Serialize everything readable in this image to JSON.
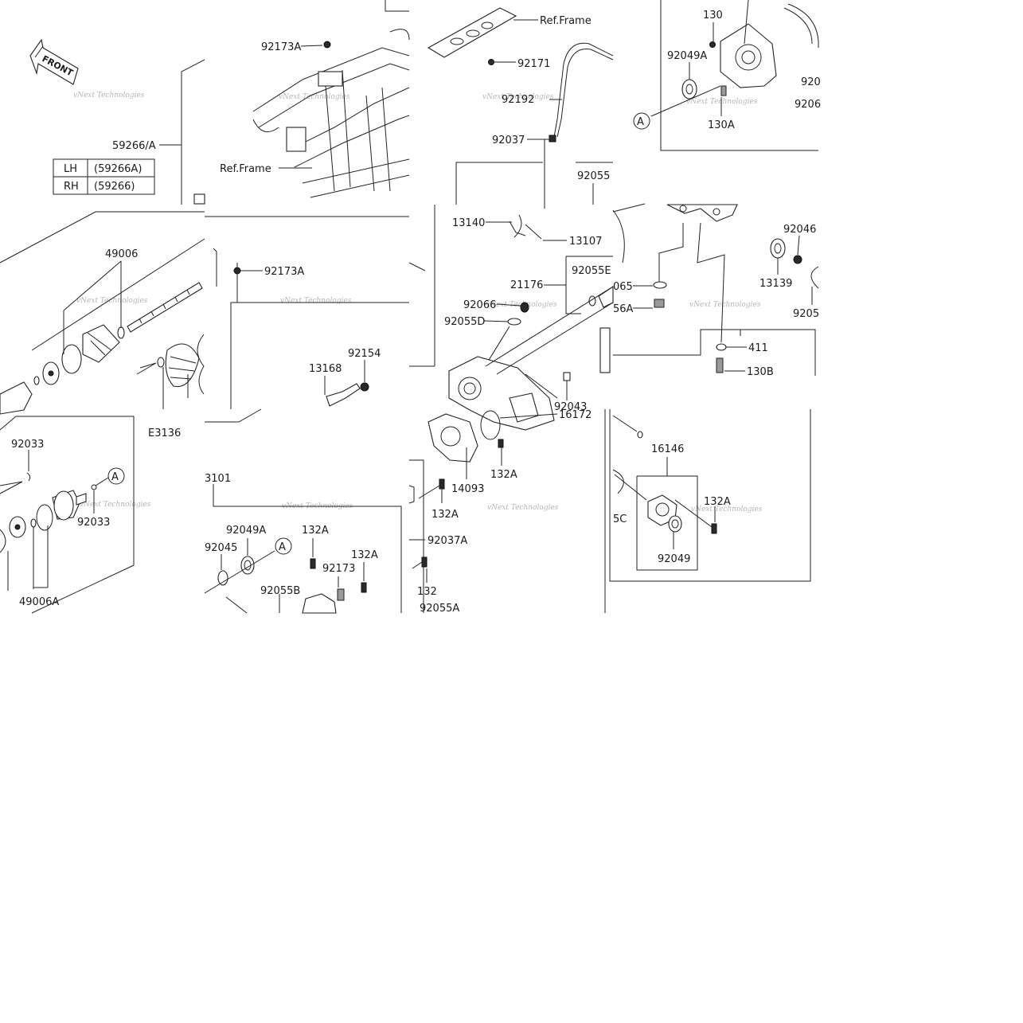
{
  "front_badge": "FRONT",
  "watermark": "vNext Technologies",
  "side_table": [
    {
      "side": "LH",
      "code": "(59266A)"
    },
    {
      "side": "RH",
      "code": "(59266)"
    }
  ],
  "callout_letter": "A",
  "labels": {
    "p59266a": "59266/A",
    "p92173a_1": "92173A",
    "ref_frame_1": "Ref.Frame",
    "ref_frame_2": "Ref.Frame",
    "p92171": "92171",
    "p92192": "92192",
    "p92037": "92037",
    "p92055": "92055",
    "p13140": "13140",
    "p13107": "13107",
    "p21176": "21176",
    "p92055e": "92055E",
    "p92066": "92066",
    "p92055d": "92055D",
    "p130": "130",
    "p92049a_1": "92049A",
    "p130a": "130A",
    "p920_cut": "920",
    "p9206_cut": "9206",
    "p92046": "92046",
    "p13139": "13139",
    "p9205_cut": "9205",
    "p065_cut": "065",
    "p56a_cut": "56A",
    "p411": "411",
    "p130b": "130B",
    "p49006": "49006",
    "p92173a_2": "92173A",
    "p92154": "92154",
    "p13168": "13168",
    "pe3136": "E3136",
    "p92033_1": "92033",
    "p92033_2": "92033",
    "p49006a": "49006A",
    "p92043": "92043",
    "p16172": "16172",
    "p132a_1": "132A",
    "p14093": "14093",
    "p132a_2": "132A",
    "p92037a": "92037A",
    "p132": "132",
    "p92055a": "92055A",
    "p3101_cut": "3101",
    "p92049a_2": "92049A",
    "p92045_cut": "92045",
    "p132a_3": "132A",
    "p132a_4": "132A",
    "p92173": "92173",
    "p92055b": "92055B",
    "p16146": "16146",
    "p132a_5": "132A",
    "p5c_cut": "5C",
    "p92049": "92049"
  }
}
